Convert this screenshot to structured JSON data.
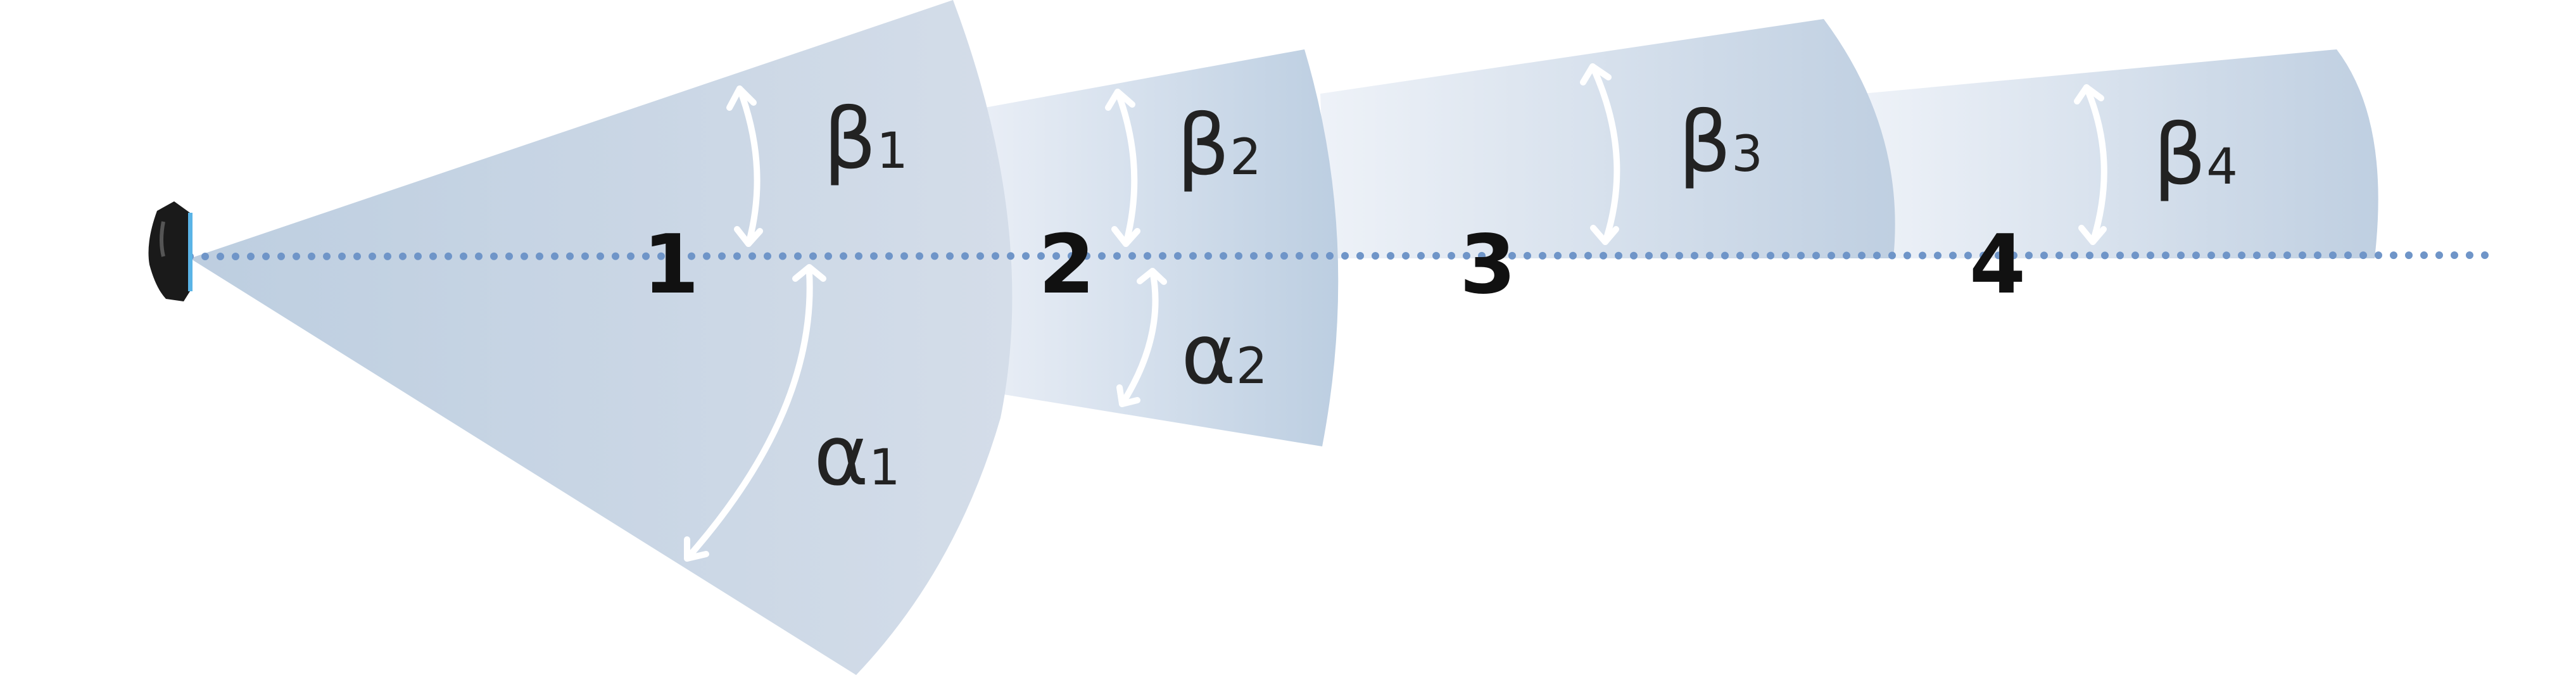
{
  "zones": [
    {
      "number": "1",
      "beta": "β",
      "beta_sub": "1",
      "alpha": "α",
      "alpha_sub": "1"
    },
    {
      "number": "2",
      "beta": "β",
      "beta_sub": "2",
      "alpha": "α",
      "alpha_sub": "2"
    },
    {
      "number": "3",
      "beta": "β",
      "beta_sub": "3"
    },
    {
      "number": "4",
      "beta": "β",
      "beta_sub": "4"
    }
  ],
  "colors": {
    "zone_fill": "#b9cbde",
    "zone_fill_light": "#e8eef6",
    "axis_dots": "#6f95c8",
    "arrow": "#ffffff",
    "sensor_body": "#1a1a1a",
    "sensor_lens": "#5ab4e6"
  },
  "icons": {
    "sensor": "radar-sensor-icon"
  }
}
